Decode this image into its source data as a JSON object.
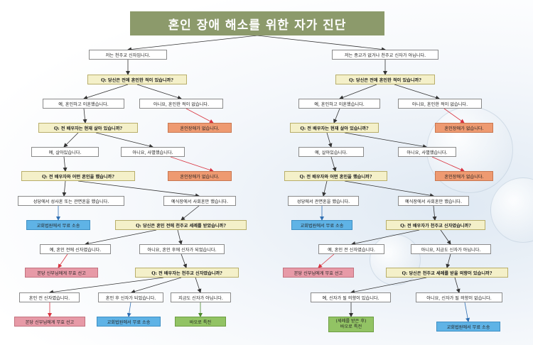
{
  "title": "혼인 장애 해소를 위한 자가 진단",
  "left": {
    "n1": "저는 천주교 신자입니다.",
    "q1": "Q: 당신은 전에 혼인한 적이 있습니까?",
    "a1_yes": "예, 혼인하고 이혼했습니다.",
    "a1_no": "아니요, 혼인한 적이 없습니다.",
    "r1": "혼인장애가 없습니다.",
    "q2": "Q: 전 배우자는 현재 살아 있습니까?",
    "a2_yes": "예, 살아있습니다.",
    "a2_no": "아니요, 사별했습니다.",
    "r2": "혼인장애가 없습니다.",
    "q3": "Q: 전 배우자와 어떤 혼인을 했습니까?",
    "a3_a": "성당에서 성사혼 또는 관면혼을 했습니다.",
    "a3_b": "예식장에서 사회혼만 했습니다.",
    "r3": "교회법원에서 무료 소송",
    "q4": "Q: 당신은 혼인 전에 천주교 세례를 받았습니까?",
    "a4_yes": "예, 혼인 전에 신자였습니다.",
    "a4_no": "아니요, 혼인 후에 신자가 되었습니다.",
    "r4": "본당 신부님에게 무효 선고",
    "q5": "Q: 전 배우자는 천주교 신자였습니까?",
    "a5_a": "혼인 전 신자였습니다.",
    "a5_b": "혼인 후 신자가 되었습니다.",
    "a5_c": "지금도 신자가 아닙니다.",
    "r5_a": "본당 신부님에게 무효 선고",
    "r5_b": "교회법원에서 무료 소송",
    "r5_c": "바오로 특전"
  },
  "right": {
    "n1": "저는 종교가 없거나 천주교 신자가 아닙니다.",
    "q1": "Q: 당신은 전에 혼인한 적이 있습니까?",
    "a1_yes": "예, 혼인하고 이혼했습니다.",
    "a1_no": "아니요, 혼인한 적이 없습니다.",
    "r1": "혼인장애가 없습니다.",
    "q2": "Q: 전 배우자는 현재 살아 있습니까?",
    "a2_yes": "예, 살아있습니다.",
    "a2_no": "아니요, 사별했습니다.",
    "r2": "혼인장애가 없습니다.",
    "q3": "Q: 전 배우자와 어떤 혼인을 했습니까?",
    "a3_a": "성당에서 관면혼을 했습니다.",
    "a3_b": "예식장에서 사회혼만 했습니다.",
    "r3": "교회법원에서 무료 소송",
    "q4": "Q: 전 배우자가 천주교 신자였습니까?",
    "a4_yes": "예, 혼인 전 신자였습니다.",
    "a4_no": "아니요, 지금도 신자가 아닙니다.",
    "r4": "본당 신부님에게 무효 선고",
    "q5": "Q: 당신은 천주교 세례를 받을 의향이 있습니까?",
    "a5_yes": "예, 신자가 될 의향이 있습니다.",
    "a5_no": "아니요, 신자가 될 의향이 없습니다.",
    "r5_yes_1": "(세례를 받은 후)",
    "r5_yes_2": "바오로 특전",
    "r5_no": "교회법원에서 무료 소송"
  }
}
